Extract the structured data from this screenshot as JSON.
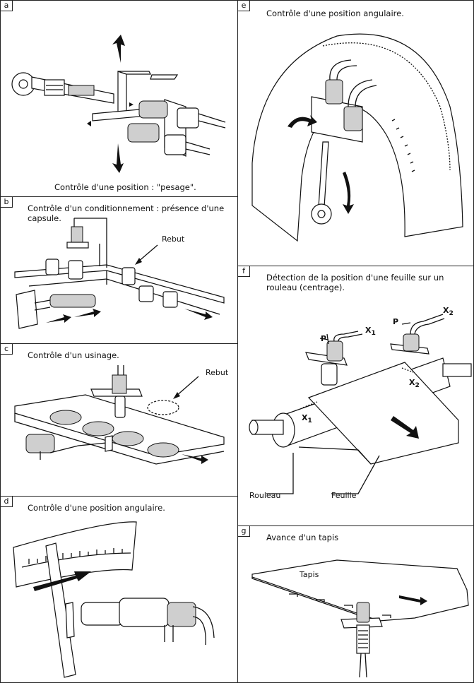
{
  "panels": {
    "a": {
      "tag": "a",
      "caption": "Contrôle d'une position : \"pesage\"."
    },
    "b": {
      "tag": "b",
      "caption": "Contrôle d'un conditionnement : présence d'une capsule.",
      "label_rebut": "Rebut"
    },
    "c": {
      "tag": "c",
      "caption": "Contrôle d'un usinage.",
      "label_rebut": "Rebut"
    },
    "d": {
      "tag": "d",
      "caption": "Contrôle d'une position angulaire."
    },
    "e": {
      "tag": "e",
      "caption": "Contrôle d'une position angulaire."
    },
    "f": {
      "tag": "f",
      "caption": "Détection de la position d'une feuille sur un rouleau (centrage).",
      "label_p1": "P",
      "label_x1": "X",
      "label_x1_sub": "1",
      "label_p2": "P",
      "label_x2": "X",
      "label_x2_sub": "2",
      "label_x1_low": "X",
      "label_x1_low_sub": "1",
      "label_x2_low": "X",
      "label_x2_low_sub": "2",
      "label_rouleau": "Rouleau",
      "label_feuille": "Feuille"
    },
    "g": {
      "tag": "g",
      "caption": "Avance d'un tapis",
      "label_tapis": "Tapis"
    }
  }
}
